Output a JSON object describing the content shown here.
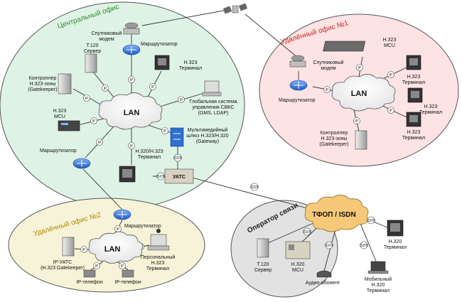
{
  "zones": {
    "central": "Центральный офис",
    "remote1": "Удалённый офис №1",
    "remote2": "Удалённый офис №2",
    "operator": "Оператор связи"
  },
  "clouds": {
    "lan_central": "LAN",
    "lan_remote1": "LAN",
    "lan_remote2": "LAN",
    "pstn": "ТФОП / ISDN"
  },
  "central": {
    "sat_modem": [
      "Спутниковый",
      "модем"
    ],
    "router_top": "Маршрутизатор",
    "t120": [
      "Т.120",
      "Сервер"
    ],
    "h323_term": [
      "Н.323",
      "Терминал"
    ],
    "gatekeeper": [
      "Контроллер",
      "Н.323-зоны",
      "(Gatekeeper)"
    ],
    "mgmt": [
      "Глобальная система",
      "управления СВКС",
      "(GMS, LDAP)"
    ],
    "mcu": [
      "Н.323",
      "MCU"
    ],
    "gateway": [
      "Мультимедийный",
      "шлюз Н.323/Н.320",
      "(Gateway)"
    ],
    "router_left": "Маршрутизатор",
    "h320_term": [
      "Н.320/Н.323",
      "Терминал"
    ],
    "pbx": "УАТС"
  },
  "remote1": {
    "mcu": [
      "Н.323",
      "MCU"
    ],
    "sat_modem": [
      "Спутниковый",
      "модем"
    ],
    "router": "Маршрутизатор",
    "term_a": [
      "Н.323",
      "Терминал"
    ],
    "term_b": [
      "Н.323",
      "Терминал"
    ],
    "term_c": [
      "Н.323",
      "Терминал"
    ],
    "gatekeeper": [
      "Контроллер",
      "Н.323-зоны",
      "(Gatekeeper)"
    ]
  },
  "remote2": {
    "router": "Маршрутизатор",
    "ippbx": [
      "IP-УАТС",
      "(Н.323 Gatekeeper)"
    ],
    "pc_term": [
      "Персональный",
      "Н.323",
      "Терминал"
    ],
    "phone_a": "IP-телефон",
    "phone_b": "IP-телефон"
  },
  "operator": {
    "t120": [
      "Т.120",
      "Сервер"
    ],
    "mcu": [
      "Н.320",
      "MCU"
    ]
  },
  "outside": {
    "h320_term": [
      "Н.320",
      "Терминал"
    ],
    "audio": "Аудио-абонент",
    "mobile": [
      "Мобильный",
      "Н.320",
      "Терминал"
    ]
  },
  "badges": {
    "ip": "IP",
    "isdn": "ISDN"
  },
  "colors": {
    "central_fill": "#dff2e6",
    "remote1_fill": "#fde3e3",
    "remote2_fill": "#f6f3d8",
    "operator_fill": "#e2e2e2",
    "pstn_fill": "#f6c979",
    "router_fill": "#2f6fd1"
  }
}
